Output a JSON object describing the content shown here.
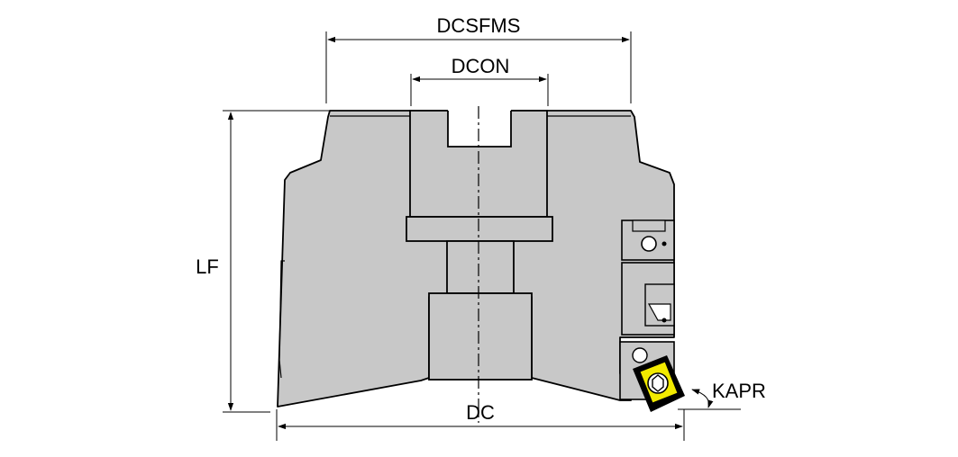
{
  "labels": {
    "dcsfms": "DCSFMS",
    "dcon": "DCON",
    "lf": "LF",
    "dc": "DC",
    "kapr": "KAPR"
  },
  "colors": {
    "body": "#c8c8c8",
    "line": "#000000",
    "insert": "#f2ea00"
  }
}
